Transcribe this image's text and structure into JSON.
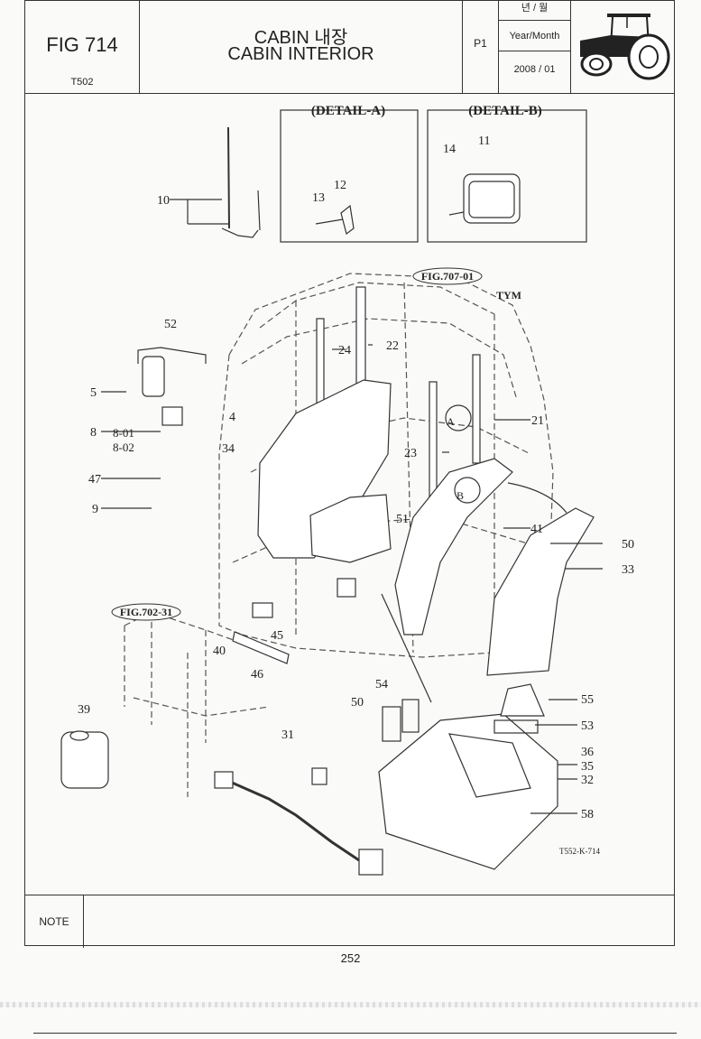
{
  "header": {
    "fig_number": "FIG 714",
    "model": "T502",
    "title_line1": "CABIN 내장",
    "title_line2": "CABIN INTERIOR",
    "page_code": "P1",
    "date_korean": "년 / 월",
    "date_label": "Year/Month",
    "date_value": "2008 / 01"
  },
  "details": {
    "a": "(DETAIL-A)",
    "b": "(DETAIL-B)"
  },
  "refs": {
    "fig_707": "FIG.707-01",
    "fig_702": "FIG.702-31"
  },
  "callouts": {
    "c10": "10",
    "c13": "13",
    "c12": "12",
    "c14": "14",
    "c11": "11",
    "c52": "52",
    "c5": "5",
    "c4": "4",
    "c8": "8",
    "c8_01": "8-01",
    "c8_02": "8-02",
    "c47": "47",
    "c9": "9",
    "c24": "24",
    "c22": "22",
    "c21": "21",
    "cA": "A",
    "cB": "B",
    "c34": "34",
    "c23": "23",
    "c51": "51",
    "c41": "41",
    "c50a": "50",
    "c33": "33",
    "c45": "45",
    "c40": "40",
    "c46": "46",
    "c39": "39",
    "c31": "31",
    "c54": "54",
    "c50b": "50",
    "c55": "55",
    "c53": "53",
    "c36": "36",
    "c35": "35",
    "c32": "32",
    "c58": "58"
  },
  "drawing_code": "T552-K-714",
  "emblem_text": "TYM",
  "note_label": "NOTE",
  "page_number": "252"
}
